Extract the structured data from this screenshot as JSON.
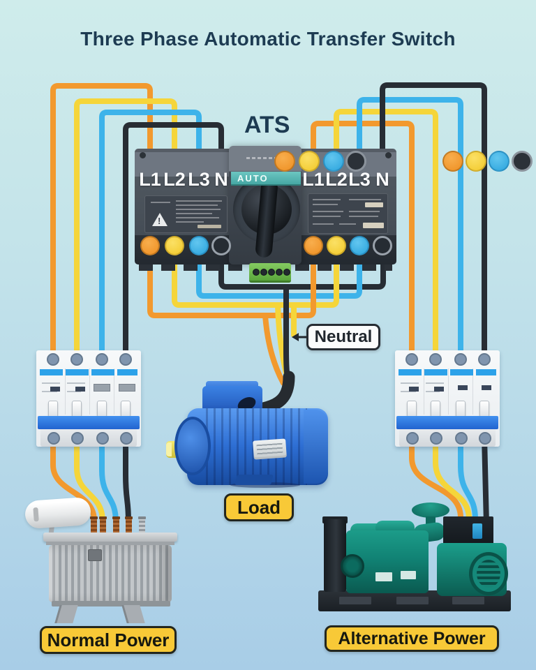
{
  "title": "Three Phase Automatic Transfer Switch",
  "ats": {
    "name_label": "ATS",
    "mode_display": "AUTO",
    "source1_terminals": [
      "L1",
      "L2",
      "L3",
      "N"
    ],
    "source2_terminals": [
      "L1",
      "L2",
      "L3",
      "N"
    ]
  },
  "callouts": {
    "neutral": "Neutral",
    "load": "Load",
    "normal_power": "Normal Power",
    "alternative_power": "Alternative Power"
  },
  "wire_colors": {
    "l1": "#F2992E",
    "l2": "#F5D53A",
    "l3": "#3DB3EA",
    "neutral": "#272D34"
  },
  "palette": {
    "background_top": "#CFECEB",
    "background_bottom": "#A8CDE7",
    "title_text": "#1D3B52",
    "callout_yellow": "#F8C937",
    "ats_display_teal": "#58B7B2",
    "breaker_blue": "#2D7CE0",
    "motor_blue": "#2E6FD4",
    "generator_teal": "#15897A",
    "terminal_block_green": "#6CB64D"
  }
}
